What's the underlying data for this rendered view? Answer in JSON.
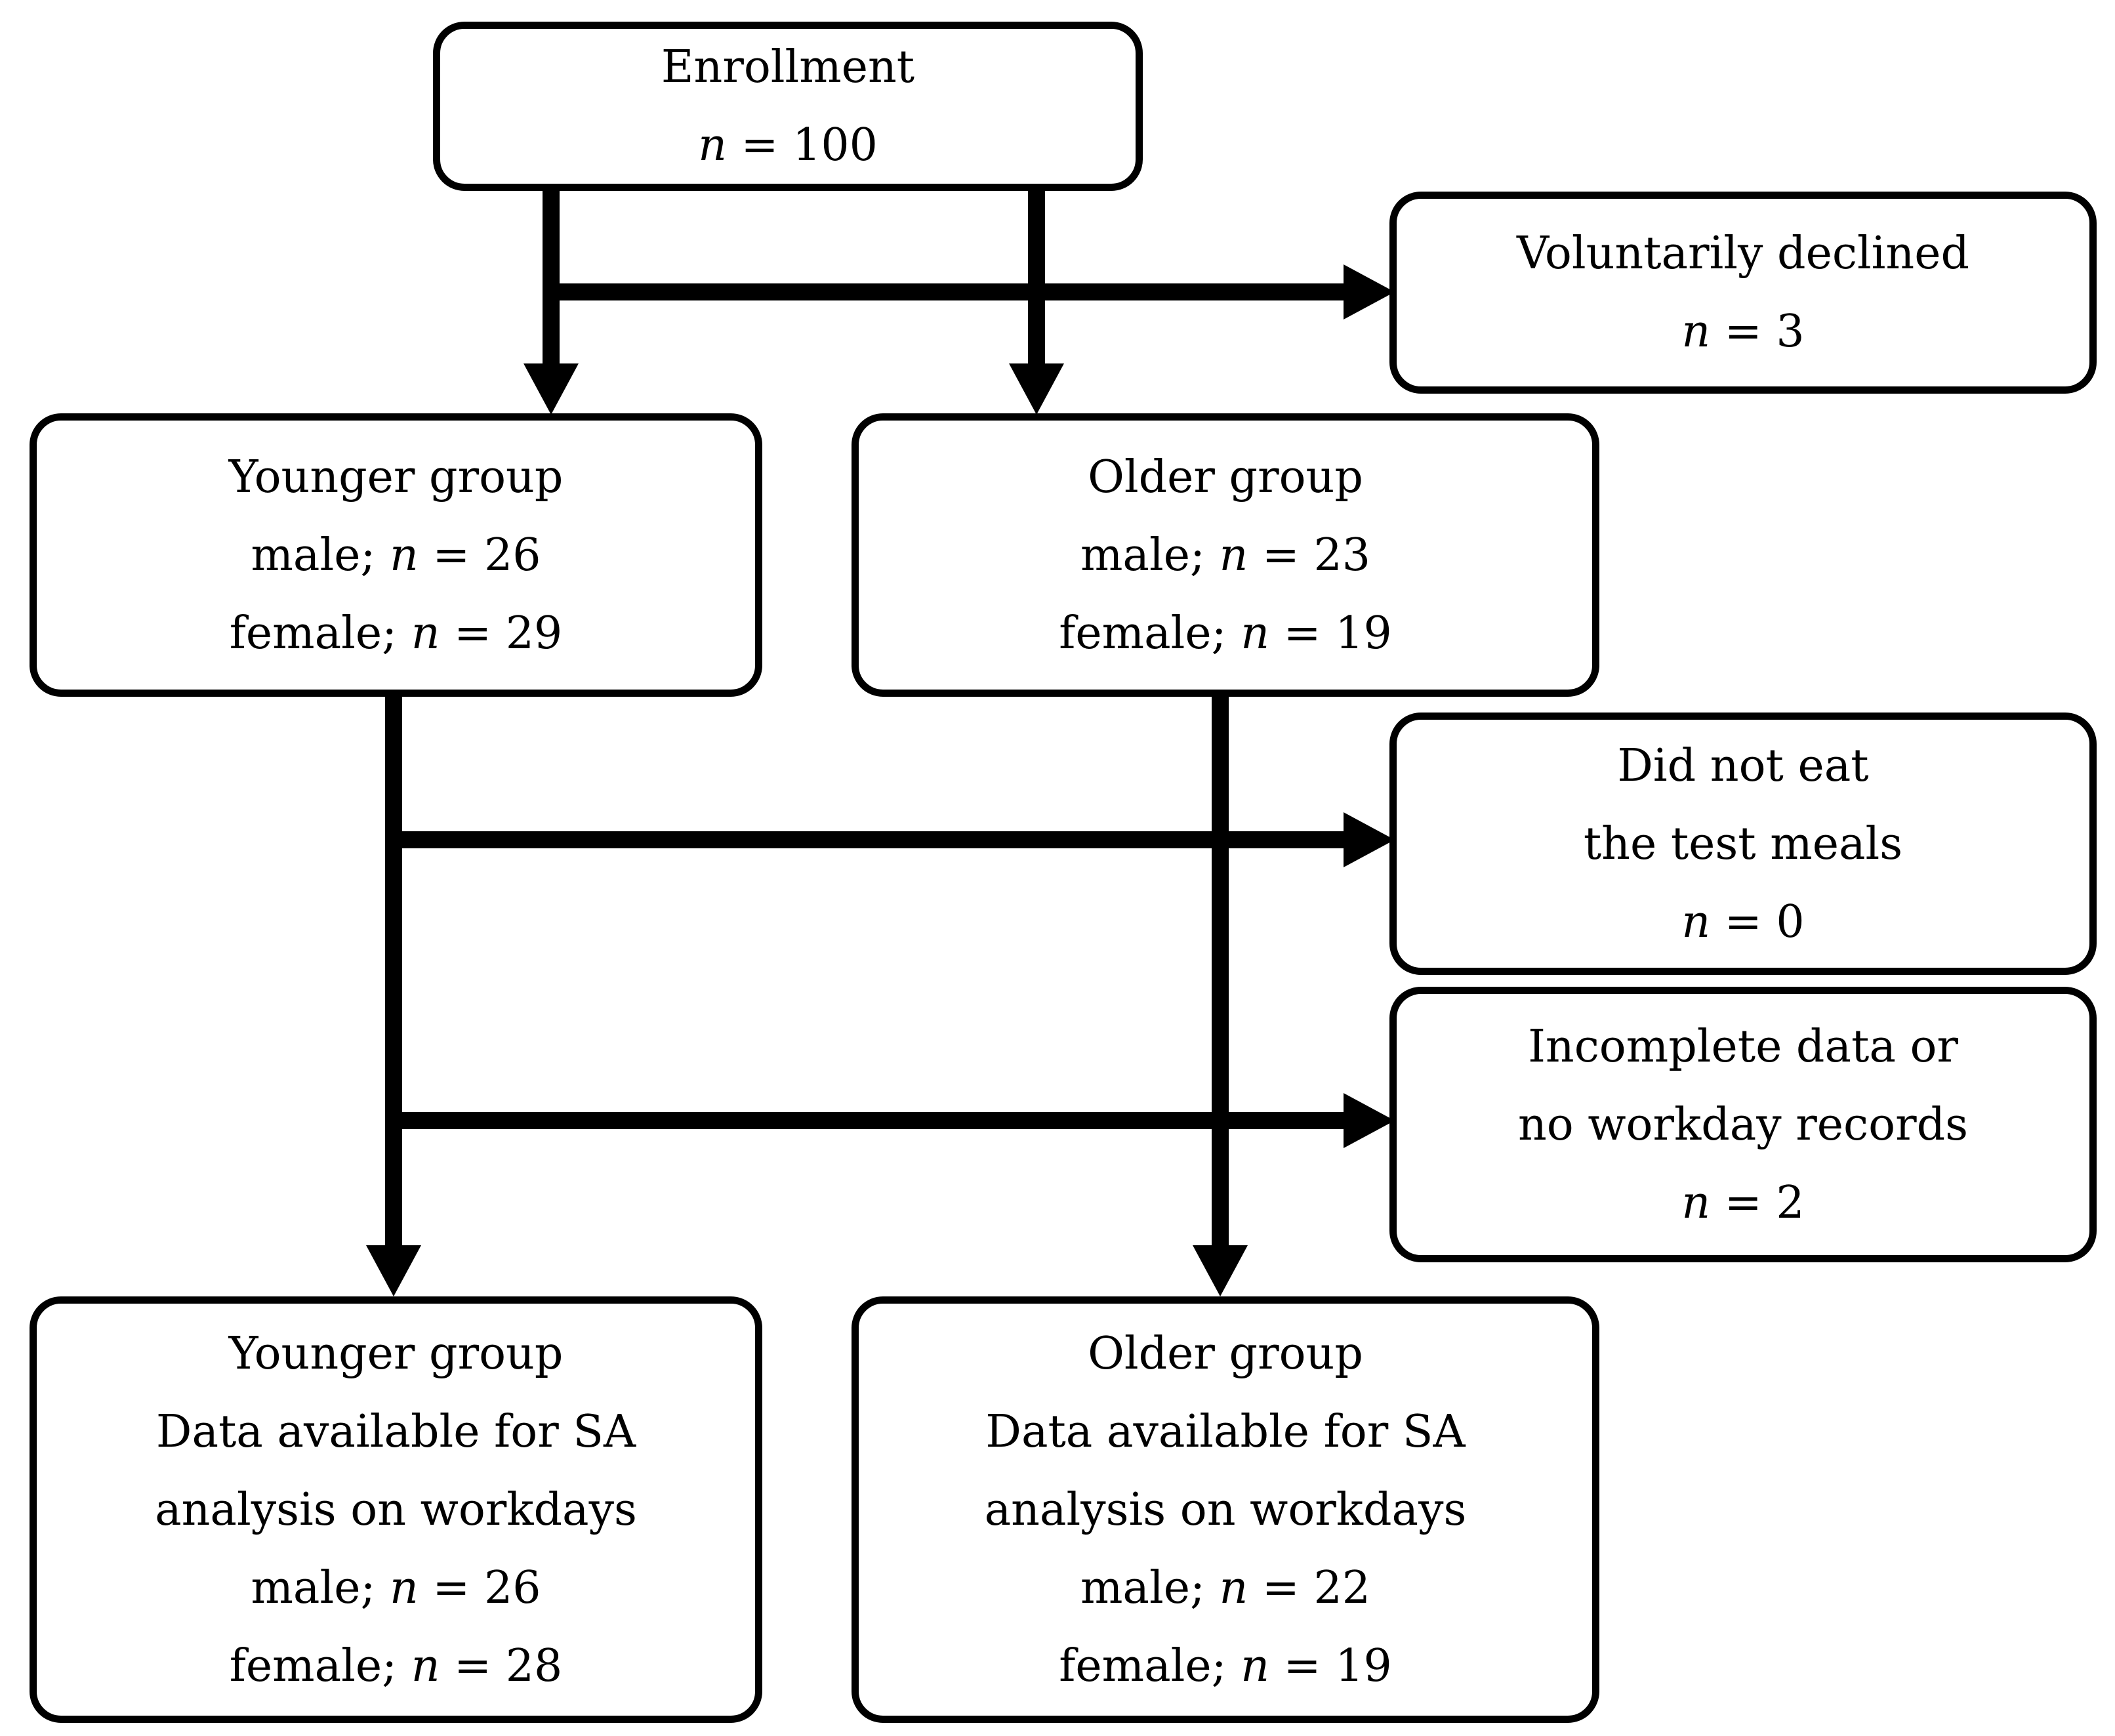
{
  "figure": {
    "type": "flowchart",
    "background_color": "#ffffff",
    "ink_color": "#000000"
  },
  "boxes": {
    "enrollment": {
      "lines": [
        [
          {
            "t": "Enrollment"
          }
        ],
        [
          {
            "t": "n",
            "i": true
          },
          {
            "t": " = 100"
          }
        ]
      ]
    },
    "declined": {
      "lines": [
        [
          {
            "t": "Voluntarily declined"
          }
        ],
        [
          {
            "t": "n",
            "i": true
          },
          {
            "t": " = 3"
          }
        ]
      ]
    },
    "younger": {
      "lines": [
        [
          {
            "t": "Younger group"
          }
        ],
        [
          {
            "t": "male; "
          },
          {
            "t": "n",
            "i": true
          },
          {
            "t": " = 26"
          }
        ],
        [
          {
            "t": "female; "
          },
          {
            "t": "n",
            "i": true
          },
          {
            "t": " = 29"
          }
        ]
      ]
    },
    "older": {
      "lines": [
        [
          {
            "t": "Older group"
          }
        ],
        [
          {
            "t": "male; "
          },
          {
            "t": "n",
            "i": true
          },
          {
            "t": " = 23"
          }
        ],
        [
          {
            "t": "female; "
          },
          {
            "t": "n",
            "i": true
          },
          {
            "t": " = 19"
          }
        ]
      ]
    },
    "did_not_eat": {
      "lines": [
        [
          {
            "t": "Did not eat"
          }
        ],
        [
          {
            "t": "the test meals"
          }
        ],
        [
          {
            "t": "n",
            "i": true
          },
          {
            "t": " = 0"
          }
        ]
      ]
    },
    "incomplete": {
      "lines": [
        [
          {
            "t": "Incomplete data or"
          }
        ],
        [
          {
            "t": "no workday records"
          }
        ],
        [
          {
            "t": "n",
            "i": true
          },
          {
            "t": " = 2"
          }
        ]
      ]
    },
    "younger_final": {
      "lines": [
        [
          {
            "t": "Younger group"
          }
        ],
        [
          {
            "t": "Data available for SA"
          }
        ],
        [
          {
            "t": "analysis on workdays"
          }
        ],
        [
          {
            "t": "male; "
          },
          {
            "t": "n",
            "i": true
          },
          {
            "t": " = 26"
          }
        ],
        [
          {
            "t": "female; "
          },
          {
            "t": "n",
            "i": true
          },
          {
            "t": " = 28"
          }
        ]
      ]
    },
    "older_final": {
      "lines": [
        [
          {
            "t": "Older group"
          }
        ],
        [
          {
            "t": "Data available for SA"
          }
        ],
        [
          {
            "t": "analysis on workdays"
          }
        ],
        [
          {
            "t": "male; "
          },
          {
            "t": "n",
            "i": true
          },
          {
            "t": " = 22"
          }
        ],
        [
          {
            "t": "female; "
          },
          {
            "t": "n",
            "i": true
          },
          {
            "t": " = 19"
          }
        ]
      ]
    }
  },
  "edges": [
    {
      "from": "enrollment",
      "to": "younger"
    },
    {
      "from": "enrollment",
      "to": "older"
    },
    {
      "from": "enrollment",
      "to": "declined"
    },
    {
      "from": "younger",
      "to": "younger_final"
    },
    {
      "from": "older",
      "to": "older_final"
    },
    {
      "from": "younger_older_trunks",
      "to": "did_not_eat"
    },
    {
      "from": "younger_older_trunks",
      "to": "incomplete"
    }
  ]
}
